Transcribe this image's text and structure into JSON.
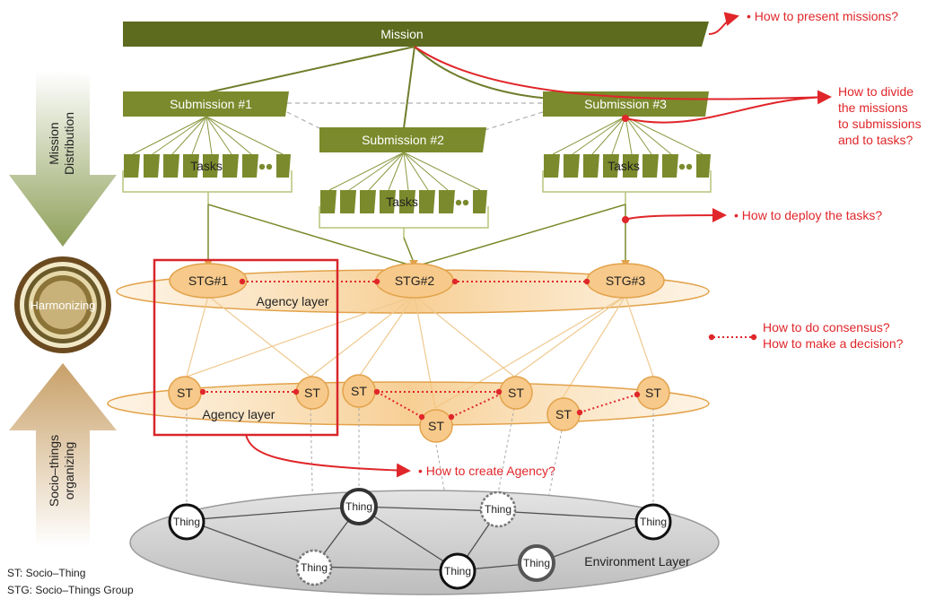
{
  "mission": {
    "label": "Mission"
  },
  "submissions": [
    {
      "label": "Submission #1"
    },
    {
      "label": "Submission #2"
    },
    {
      "label": "Submission #3"
    }
  ],
  "tasks_label": "Tasks",
  "left_axis": {
    "mission_distribution": [
      "Mission",
      "Distribution"
    ],
    "harmonizing": "Harmonizing",
    "socio_things": [
      "Socio–things",
      "organizing"
    ]
  },
  "stg": [
    {
      "label": "STG#1"
    },
    {
      "label": "STG#2"
    },
    {
      "label": "STG#3"
    }
  ],
  "agency_layer_label": "Agency layer",
  "st_label": "ST",
  "thing_label": "Thing",
  "environment_layer_label": "Environment Layer",
  "questions": {
    "present": "• How to present missions?",
    "divide": [
      "How to divide",
      "the missions",
      "to submissions",
      "and to tasks?"
    ],
    "deploy": "• How to deploy the tasks?",
    "consensus": [
      "How to do consensus?",
      "How to make a decision?"
    ],
    "create_agency": "• How to create Agency?"
  },
  "legend": {
    "st": "ST: Socio–Thing",
    "stg": "STG: Socio–Things Group"
  },
  "colors": {
    "olive_dark": "#5c6b1e",
    "olive": "#7b8a2c",
    "olive_light": "#9aa84a",
    "orange": "#f2b866",
    "orange_fill": "#f7c98a",
    "red": "#e0262a"
  }
}
